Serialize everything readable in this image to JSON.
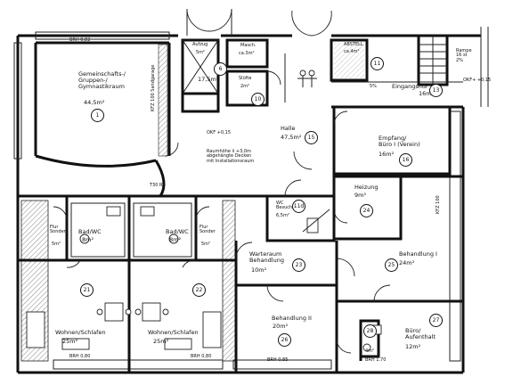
{
  "rooms": {
    "gemeinschaft": {
      "name": "Gemeinschafts-/\nGruppen-/\nGymnastikraum",
      "area": "44,5m²",
      "num": "1"
    },
    "aufzug": {
      "name": "Aufzug",
      "area": "5m²",
      "num": "6"
    },
    "raum_b": {
      "area": "17,5m²"
    },
    "masch": {
      "name": "Masch.",
      "area": "ca.3m²"
    },
    "sluefte": {
      "name": "Slüfte",
      "area": "2m²",
      "num": "10"
    },
    "abstell": {
      "name": "ABSTELL",
      "area": "ca.4m²",
      "num": "11"
    },
    "eingang": {
      "name": "Eingangsflur",
      "area": "16m²",
      "num": "13"
    },
    "halle": {
      "name": "Halle",
      "area": "47,5m²",
      "num": "15"
    },
    "empfang": {
      "name": "Empfang/\nBüro I (Verein)",
      "area": "16m²",
      "num": "16"
    },
    "heizung": {
      "name": "Heizung",
      "area": "9m²",
      "num": "24"
    },
    "wc_besucher": {
      "name": "WC\nBesucher",
      "area": "6,5m²",
      "num": "11d"
    },
    "warteraum": {
      "name": "Warteraum\nBehandlung",
      "area": "10m²",
      "num": "23"
    },
    "behandlung_i": {
      "name": "Behandlung I",
      "area": "24m²",
      "num": "25"
    },
    "behandlung_ii": {
      "name": "Behandlung II",
      "area": "20m²",
      "num": "26"
    },
    "buero_aufenthalt": {
      "name": "Büro/\nAufenthalt",
      "area": "12m²",
      "num": "27"
    },
    "wc_small": {
      "area": "4m²",
      "num": "28"
    },
    "flur_sonder_l": {
      "name": "Flur\nSonder",
      "area": "5m²"
    },
    "bad_wc_l": {
      "name": "Bad/WC",
      "area": "8m²"
    },
    "bad_wc_r": {
      "name": "Bad/WC",
      "area": "8m²"
    },
    "flur_sonder_r": {
      "name": "Flur\nSonder",
      "area": "5m²"
    },
    "wohnen_l": {
      "name": "Wohnen/Schlafen",
      "area": "25m²",
      "num": "21"
    },
    "wohnen_r": {
      "name": "Wohnen/Schlafen",
      "area": "25m²",
      "num": "22"
    }
  },
  "notes": {
    "okf_hall": "OKF +0,15",
    "hall_note": "Raumhöhe ii +3,0m\nabgehängte Decken\nmit Installationsraum",
    "okf_right": "OKF+ +0,15",
    "percent": "5%",
    "brh_top": "BRH 0,82",
    "brh_bottom_l": "BRH 0,80",
    "brh_bottom_m": "BRH 0,80",
    "brh_bottom_r": "BRH 0,85",
    "brh_bottom_rr": "BRH 1,70",
    "t30": "T30 RS",
    "ramp": "Rampe\n16 st\n2%",
    "kfz": "KFZ 100 Sandgarage",
    "kfz2": "KFZ 100"
  }
}
